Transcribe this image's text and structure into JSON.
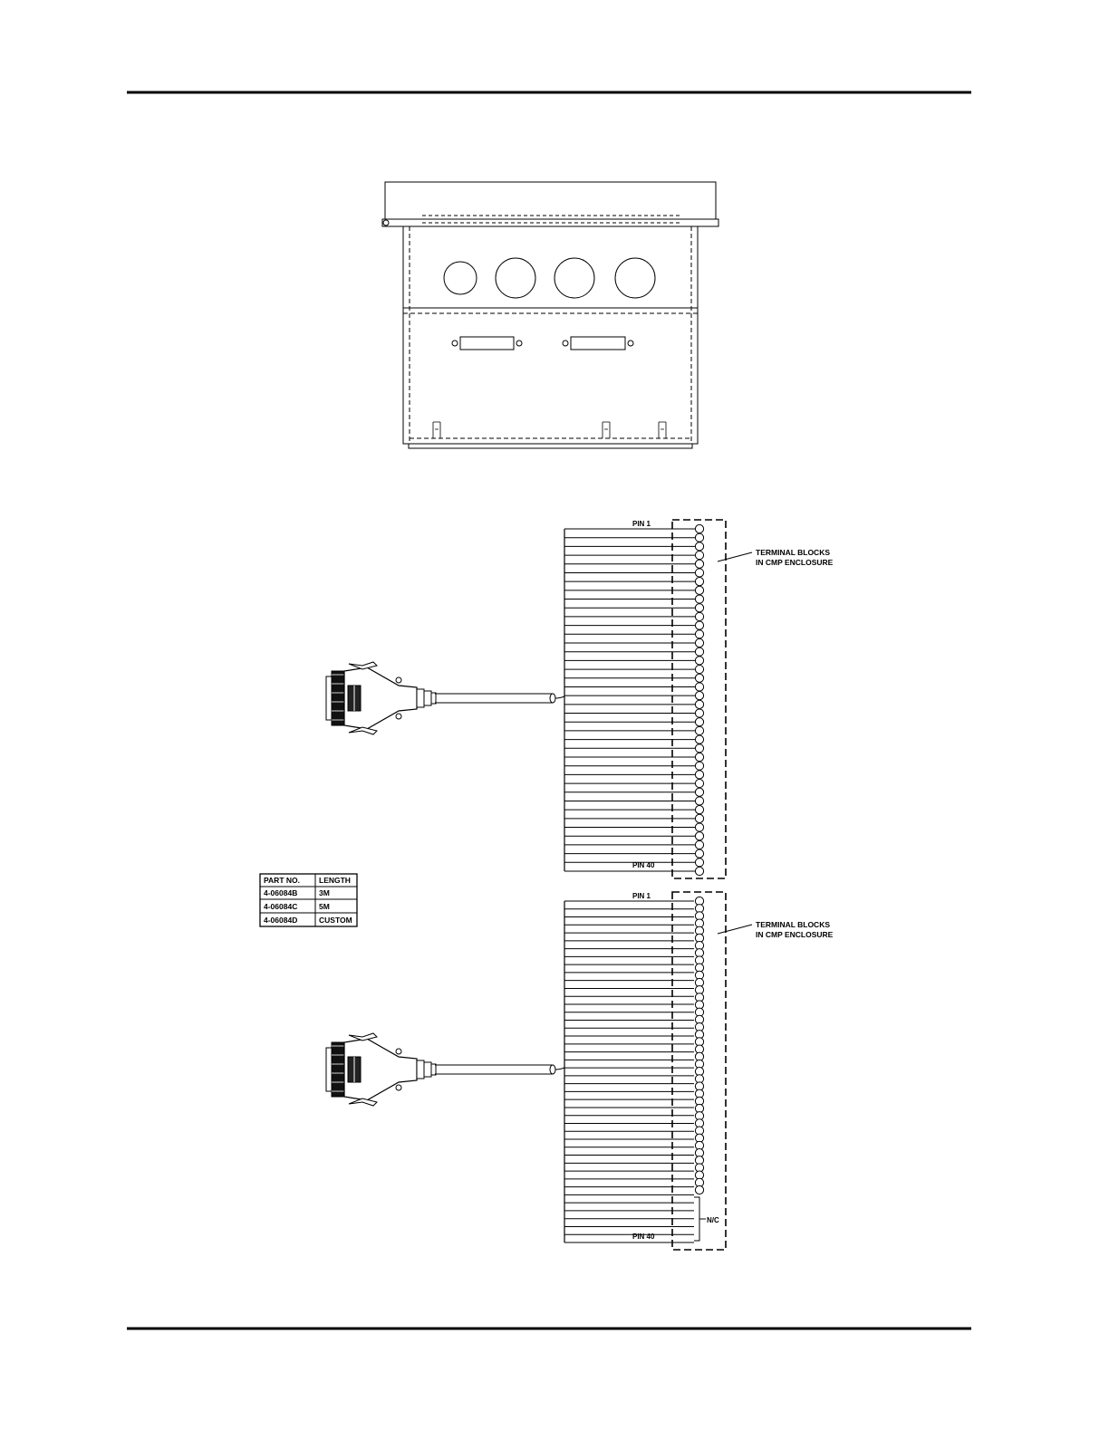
{
  "cable1": {
    "pin_first": "PIN 1",
    "pin_last": "PIN 40",
    "wire_count": 40,
    "callout": [
      "TERMINAL BLOCKS",
      "IN CMP ENCLOSURE"
    ]
  },
  "cable2": {
    "pin_first": "PIN 1",
    "pin_last": "PIN 40",
    "wire_count": 44,
    "terminal_count": 40,
    "callout": [
      "TERMINAL BLOCKS",
      "IN CMP ENCLOSURE"
    ],
    "nc_label": "N/C"
  },
  "part_table": {
    "headers": [
      "PART NO.",
      "LENGTH"
    ],
    "rows": [
      [
        "4-06084B",
        "3M"
      ],
      [
        "4-06084C",
        "5M"
      ],
      [
        "4-06084D",
        "CUSTOM"
      ]
    ]
  }
}
